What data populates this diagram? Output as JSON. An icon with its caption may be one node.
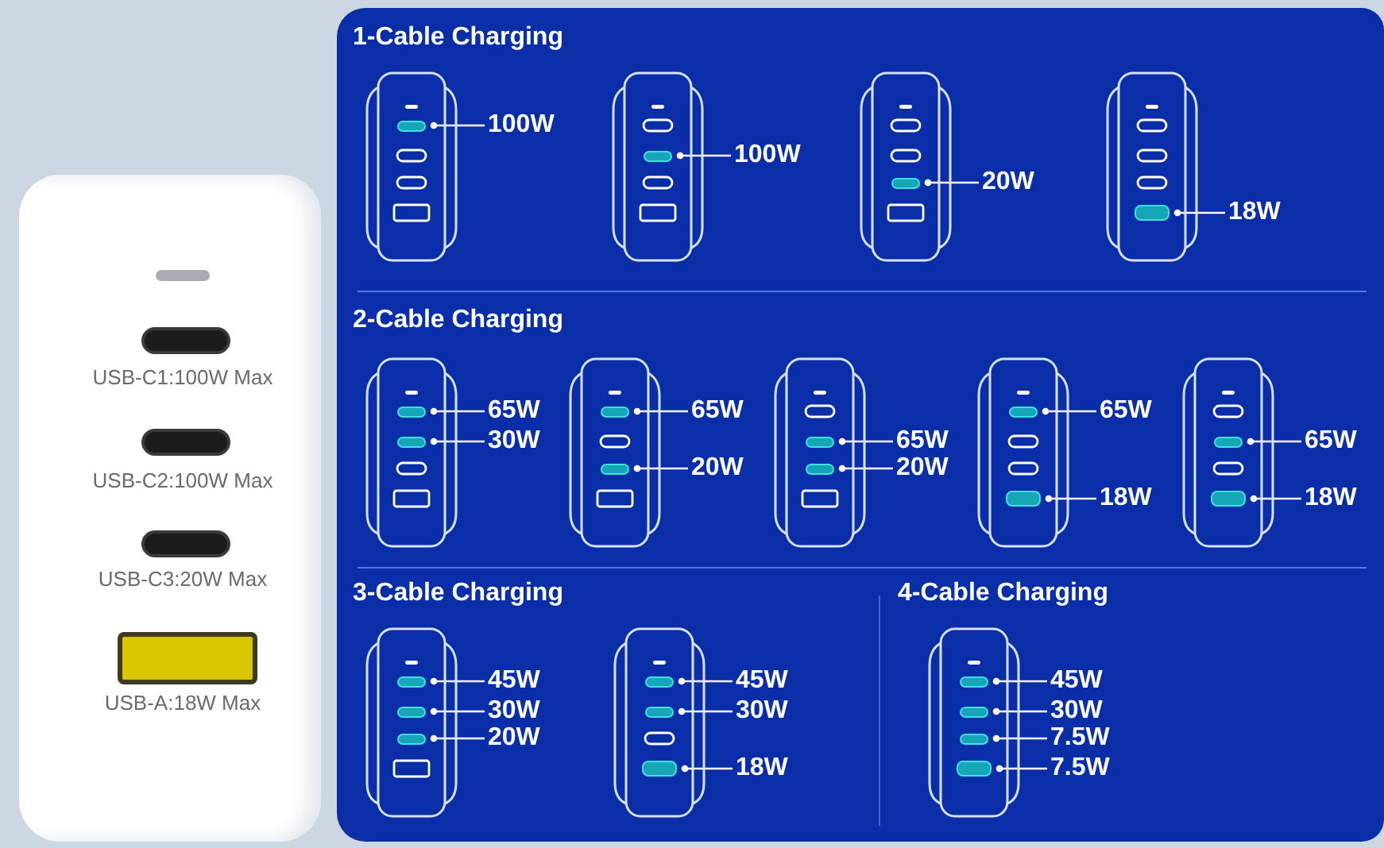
{
  "diagram": {
    "nodes": [
      {
        "text": [
          "USB-C1:100W Max",
          "USB-C2:100W Max",
          "USB-C3:20W Max",
          "USB-A:18W Max"
        ]
      },
      {
        "text": [
          "1-Cable Charging"
        ]
      },
      {
        "text": [],
        "shape": "picture",
        "in": 1
      },
      {
        "text": [],
        "shape": "bar",
        "in": 2
      },
      {
        "text": [
          "100W"
        ],
        "in": 1
      },
      {
        "text": [],
        "shape": "picture",
        "in": 1
      },
      {
        "text": [],
        "shape": "bar",
        "in": 5
      },
      {
        "text": [
          "100W"
        ],
        "in": 1
      },
      {
        "text": [],
        "shape": "picture",
        "in": 1
      },
      {
        "text": [],
        "shape": "bar",
        "in": 8
      },
      {
        "text": [
          "20W"
        ],
        "in": 1
      },
      {
        "text": [],
        "shape": "picture",
        "in": 1
      },
      {
        "text": [],
        "shape": "bar",
        "in": 11
      },
      {
        "text": [
          "18W"
        ],
        "in": 1
      },
      {
        "text": [
          "2-Cable Charging"
        ]
      },
      {
        "text": [],
        "shape": "picture",
        "in": 14
      },
      {
        "text": [],
        "shape": "bar",
        "in": 15
      },
      {
        "text": [],
        "shape": "bar",
        "in": 15
      },
      {
        "text": [
          "65W"
        ],
        "in": 14
      },
      {
        "text": [
          "30W"
        ],
        "in": 14
      },
      {
        "text": [],
        "shape": "picture",
        "in": 14
      },
      {
        "text": [],
        "shape": "bar",
        "in": 20
      },
      {
        "text": [],
        "shape": "bar",
        "in": 20
      },
      {
        "text": [
          "65W"
        ],
        "in": 14
      },
      {
        "text": [
          "20W"
        ],
        "in": 14
      },
      {
        "text": [],
        "shape": "picture",
        "in": 14
      },
      {
        "text": [],
        "shape": "bar",
        "in": 25
      },
      {
        "text": [],
        "shape": "bar",
        "in": 25
      },
      {
        "text": [
          "65W"
        ],
        "in": 14
      },
      {
        "text": [
          "20W"
        ],
        "in": 14
      },
      {
        "text": [],
        "shape": "picture",
        "in": 14
      },
      {
        "text": [],
        "shape": "bar",
        "in": 30
      },
      {
        "text": [],
        "shape": "bar",
        "in": 30
      },
      {
        "text": [
          "65W"
        ],
        "in": 14
      },
      {
        "text": [
          "18W"
        ],
        "in": 14
      },
      {
        "text": [],
        "shape": "picture",
        "in": 14
      },
      {
        "text": [],
        "shape": "bar",
        "in": 35
      },
      {
        "text": [],
        "shape": "bar",
        "in": 35
      },
      {
        "text": [
          "65W"
        ],
        "in": 14
      },
      {
        "text": [
          "18W"
        ],
        "in": 14
      },
      {
        "text": [
          "3-Cable Charging"
        ]
      },
      {
        "text": [],
        "shape": "picture",
        "in": 40
      },
      {
        "text": [],
        "shape": "bar",
        "in": 41
      },
      {
        "text": [],
        "shape": "bar",
        "in": 41
      },
      {
        "text": [],
        "shape": "bar",
        "in": 41
      },
      {
        "text": [
          "45W"
        ],
        "in": 40
      },
      {
        "text": [
          "30W"
        ],
        "in": 40
      },
      {
        "text": [
          "20W"
        ],
        "in": 40
      },
      {
        "text": [],
        "shape": "picture",
        "in": 40
      },
      {
        "text": [],
        "shape": "bar",
        "in": 48
      },
      {
        "text": [],
        "shape": "bar",
        "in": 48
      },
      {
        "text": [],
        "shape": "bar",
        "in": 48
      },
      {
        "text": [
          "45W"
        ],
        "in": 40
      },
      {
        "text": [
          "30W"
        ],
        "in": 40
      },
      {
        "text": [
          "18W"
        ],
        "in": 40
      },
      {
        "text": [
          "4-Cable Charging"
        ]
      },
      {
        "text": [],
        "shape": "picture",
        "in": 55
      },
      {
        "text": [],
        "shape": "bar",
        "in": 56
      },
      {
        "text": [],
        "shape": "bar",
        "in": 56
      },
      {
        "text": [],
        "shape": "bar",
        "in": 56
      },
      {
        "text": [],
        "shape": "bar",
        "in": 56
      },
      {
        "text": [
          "45W"
        ],
        "in": 55
      },
      {
        "text": [
          "30W"
        ],
        "in": 55
      },
      {
        "text": [
          "7.5W"
        ],
        "in": 55
      },
      {
        "text": [
          "7.5W"
        ],
        "in": 55
      }
    ],
    "edges": [
      {
        "from": 4,
        "to": 3,
        "arrow": "other"
      },
      {
        "from": 7,
        "to": 6,
        "arrow": "other"
      },
      {
        "from": 10,
        "to": 9,
        "arrow": "other"
      },
      {
        "from": 13,
        "to": 12,
        "arrow": "other"
      },
      {
        "from": 18,
        "to": 16,
        "arrow": "other"
      },
      {
        "from": 19,
        "to": 17,
        "arrow": "other"
      },
      {
        "from": 23,
        "to": 21,
        "arrow": "other"
      },
      {
        "from": 24,
        "to": 22,
        "arrow": "other"
      },
      {
        "from": 28,
        "to": 26,
        "arrow": "other"
      },
      {
        "from": 29,
        "to": 27,
        "arrow": "other"
      },
      {
        "from": 33,
        "to": 31,
        "arrow": "other"
      },
      {
        "from": 34,
        "to": 32,
        "arrow": "other"
      },
      {
        "from": 38,
        "to": 36,
        "arrow": "other"
      },
      {
        "from": 39,
        "to": 37,
        "arrow": "other"
      },
      {
        "from": 45,
        "to": 42,
        "arrow": "other"
      },
      {
        "from": 46,
        "to": 43,
        "arrow": "other"
      },
      {
        "from": 47,
        "to": 44,
        "arrow": "other"
      },
      {
        "from": 52,
        "to": 49,
        "arrow": "other"
      },
      {
        "from": 53,
        "to": 50,
        "arrow": "other"
      },
      {
        "from": 54,
        "to": 51,
        "arrow": "other"
      },
      {
        "from": 61,
        "to": 57,
        "arrow": "other"
      },
      {
        "from": 62,
        "to": 58,
        "arrow": "other"
      },
      {
        "from": 63,
        "to": 59,
        "arrow": "other"
      },
      {
        "from": 64,
        "to": 60,
        "arrow": "other"
      }
    ]
  }
}
